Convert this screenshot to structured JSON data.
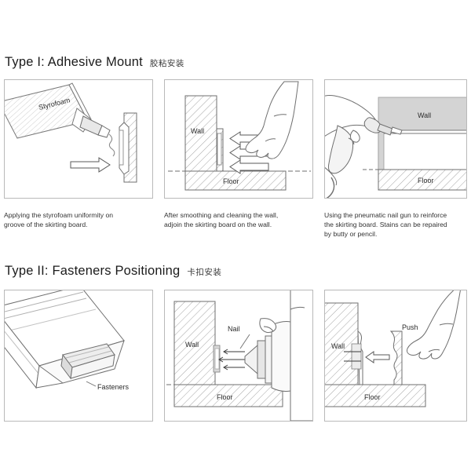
{
  "document": {
    "title_en": "Skirting Board Installation Instructions",
    "background": "#ffffff"
  },
  "colors": {
    "ink": "#222222",
    "line": "#6f6f6f",
    "panel_border": "#b9b9b9",
    "hatch": "#9a9a9a",
    "wall_fill": "#d4d4d4",
    "arrow_stroke": "#5a5a5a"
  },
  "sections": [
    {
      "id": "type-1",
      "heading_en": "Type I: Adhesive Mount",
      "heading_cn": "胶粘安装",
      "steps": [
        {
          "id": "step-1",
          "caption_lines": [
            "Applying the styrofoam uniformity on",
            "groove of the skirting board."
          ],
          "labels": {
            "tube": "Styrofoam"
          }
        },
        {
          "id": "step-2",
          "caption_lines": [
            "After smoothing and cleaning the wall,",
            "adjoin the skirting board on the wall."
          ],
          "labels": {
            "wall": "Wall",
            "floor": "Floor"
          }
        },
        {
          "id": "step-3",
          "caption_lines": [
            "Using the pneumatic nail gun to reinforce",
            "the skirting board. Stains can be repaired",
            "by butty or pencil."
          ],
          "labels": {
            "wall": "Wall",
            "floor": "Floor"
          }
        }
      ]
    },
    {
      "id": "type-2",
      "heading_en": "Type II: Fasteners Positioning",
      "heading_cn": "卡扣安装",
      "steps": [
        {
          "id": "step-4",
          "caption_lines": [],
          "labels": {
            "fasteners": "Fasteners"
          }
        },
        {
          "id": "step-5",
          "caption_lines": [],
          "labels": {
            "nail": "Nail",
            "wall": "Wall",
            "floor": "Floor"
          }
        },
        {
          "id": "step-6",
          "caption_lines": [],
          "labels": {
            "push": "Push",
            "wall": "Wall",
            "floor": "Floor"
          }
        }
      ]
    }
  ]
}
